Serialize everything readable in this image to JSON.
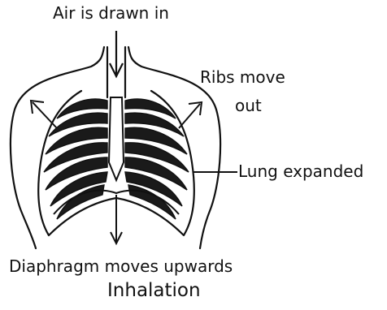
{
  "labels": {
    "air": "Air is drawn in",
    "ribs_line1": "Ribs move",
    "ribs_line2": "out",
    "lung": "Lung expanded",
    "diaphragm": "Diaphragm moves upwards",
    "caption": "Inhalation"
  },
  "colors": {
    "ink": "#111111",
    "background": "#ffffff"
  }
}
